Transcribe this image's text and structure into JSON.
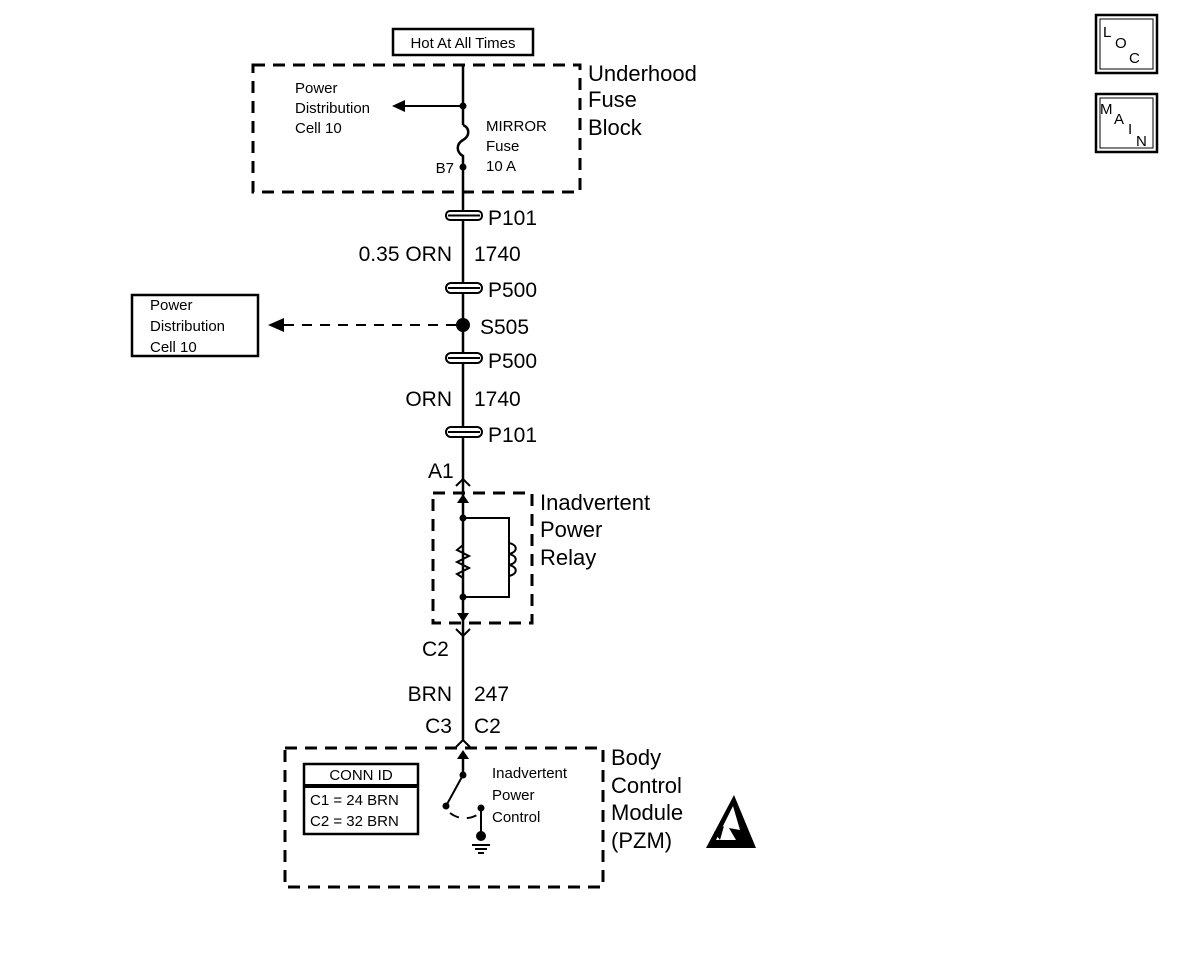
{
  "hot_at_all_times": "Hot At All Times",
  "underhood_fuse_block": {
    "line1": "Underhood",
    "line2": "Fuse",
    "line3": "Block"
  },
  "power_dist_top": {
    "line1": "Power",
    "line2": "Distribution",
    "line3": "Cell 10"
  },
  "fuse": {
    "line1": "MIRROR",
    "line2": "Fuse",
    "line3": "10 A",
    "pin": "B7"
  },
  "connectors": {
    "p101_top": "P101",
    "p500_top": "P500",
    "s505": "S505",
    "p500_bottom": "P500",
    "p101_bottom": "P101"
  },
  "wire1": {
    "gauge_color": "0.35 ORN",
    "circuit": "1740"
  },
  "wire2": {
    "color": "ORN",
    "circuit": "1740"
  },
  "power_dist_left": {
    "line1": "Power",
    "line2": "Distribution",
    "line3": "Cell 10"
  },
  "relay": {
    "pin_in": "A1",
    "line1": "Inadvertent",
    "line2": "Power",
    "line3": "Relay",
    "pin_out": "C2"
  },
  "wire3": {
    "color": "BRN",
    "circuit": "247"
  },
  "bcm_pins": {
    "left": "C3",
    "right": "C2"
  },
  "bcm": {
    "line1": "Body",
    "line2": "Control",
    "line3": "Module",
    "line4": "(PZM)"
  },
  "conn_id": {
    "header": "CONN ID",
    "row1": "C1 = 24 BRN",
    "row2": "C2 = 32 BRN"
  },
  "ipc": {
    "line1": "Inadvertent",
    "line2": "Power",
    "line3": "Control"
  },
  "nav": {
    "loc": {
      "l1": "L",
      "l2": "O",
      "l3": "C"
    },
    "main": {
      "l1": "M",
      "l2": "A",
      "l3": "I",
      "l4": "N"
    }
  }
}
